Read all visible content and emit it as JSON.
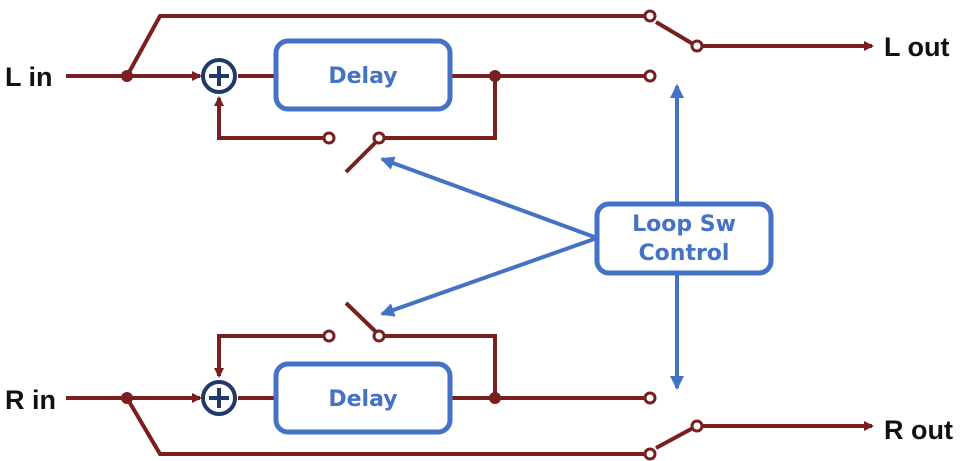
{
  "labels": {
    "l_in": "L in",
    "l_out": "L out",
    "r_in": "R in",
    "r_out": "R out",
    "delay_top": "Delay",
    "delay_bottom": "Delay",
    "control_line1": "Loop Sw",
    "control_line2": "Control"
  },
  "colors": {
    "signal": "#7a1f1f",
    "control": "#4472c4",
    "text": "#111111",
    "summer_stroke": "#1f3a68",
    "background": "#ffffff"
  },
  "icons": {
    "summing_junction": "plus-circle-icon",
    "switch": "switch-icon",
    "arrow": "arrow-head-icon"
  }
}
